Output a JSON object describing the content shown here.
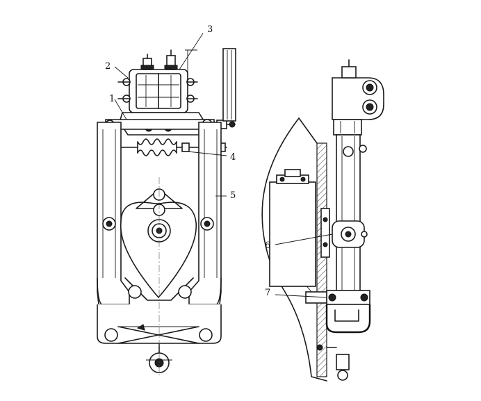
{
  "figure": {
    "callouts": [
      {
        "id": "c1",
        "text": "1"
      },
      {
        "id": "c2",
        "text": "2"
      },
      {
        "id": "c3",
        "text": "3"
      },
      {
        "id": "c4",
        "text": "4"
      },
      {
        "id": "c5",
        "text": "5"
      },
      {
        "id": "c6",
        "text": "6"
      },
      {
        "id": "c7",
        "text": "7"
      }
    ]
  },
  "colors": {
    "ink": "#1a1a1a",
    "paper": "#ffffff"
  }
}
